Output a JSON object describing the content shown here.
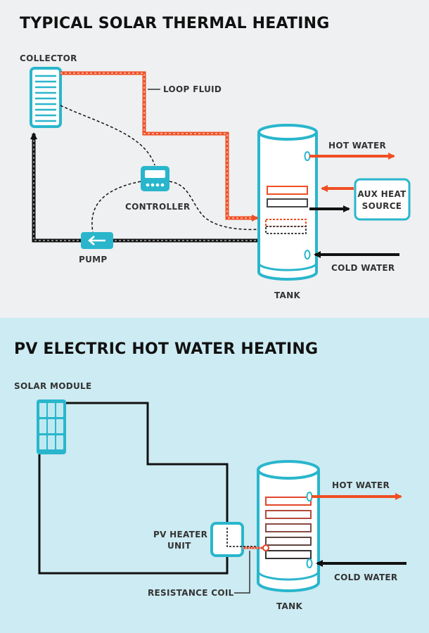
{
  "thermal": {
    "title": "TYPICAL SOLAR THERMAL HEATING",
    "labels": {
      "collector": "COLLECTOR",
      "loop_fluid": "LOOP FLUID",
      "hot_water": "HOT WATER",
      "aux_heat_line1": "AUX HEAT",
      "aux_heat_line2": "SOURCE",
      "controller": "CONTROLLER",
      "pump": "PUMP",
      "cold_water": "COLD WATER",
      "tank": "TANK"
    }
  },
  "pv": {
    "title": "PV ELECTRIC HOT WATER HEATING",
    "labels": {
      "solar_module": "SOLAR MODULE",
      "hot_water": "HOT WATER",
      "pv_heater_line1": "PV HEATER",
      "pv_heater_line2": "UNIT",
      "resistance_coil": "RESISTANCE COIL",
      "cold_water": "COLD WATER",
      "tank": "TANK"
    }
  },
  "colors": {
    "accent": "#29b6cc",
    "hot": "#f04e23",
    "panel_top_bg": "#eef0f1",
    "panel_bottom_bg": "#cdebf2",
    "line": "#111111"
  }
}
